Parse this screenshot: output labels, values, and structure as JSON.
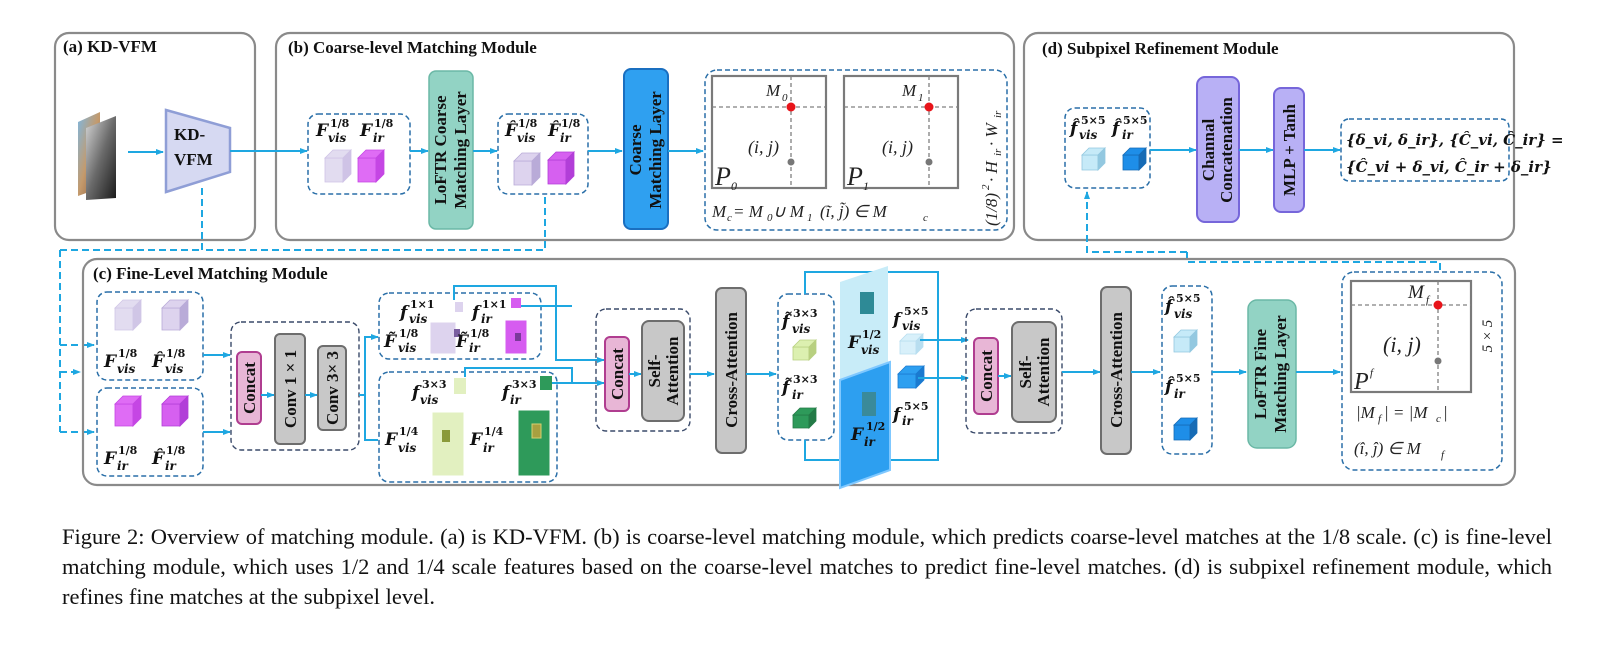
{
  "figure": {
    "modules": {
      "a": {
        "title": "(a) KD-VFM",
        "block_line1": "KD-",
        "block_line2": "VFM"
      },
      "b": {
        "title": "(b) Coarse-level Matching Module",
        "loftr_coarse_line1": "LoFTR Coarse",
        "loftr_coarse_line2": "Matching Layer",
        "coarse_matching_line1": "Coarse",
        "coarse_matching_line2": "Matching Layer",
        "feat_in": [
          {
            "base": "F",
            "sup": "1/8",
            "sub": "vis"
          },
          {
            "base": "F",
            "sup": "1/8",
            "sub": "ir"
          }
        ],
        "feat_out": [
          {
            "base": "F̂",
            "sup": "1/8",
            "sub": "vis"
          },
          {
            "base": "F̂",
            "sup": "1/8",
            "sub": "ir"
          }
        ],
        "prob_maps": [
          {
            "label": "P",
            "label_sub": "0",
            "match": "M",
            "match_sub": "0",
            "point": "(i, j)"
          },
          {
            "label": "P",
            "label_sub": "1",
            "match": "M",
            "match_sub": "1",
            "point": "(i, j)"
          }
        ],
        "eq_union": "M_c = M_0 ∪ M_1",
        "eq_union_parts": {
          "lhs": "M",
          "lhs_sub": "c",
          "mid": " = M",
          "mid_sub": "0",
          "op": " ∪ M",
          "op_sub": "1"
        },
        "eq_member": {
          "text": "(ĩ, j̃) ∈ M",
          "sub": "c"
        },
        "side_label": "(1/8)² · H_ir · W_ir",
        "side_label_parts": {
          "a": "(1/8)",
          "sup": "2",
          "b": "· H",
          "b_sub": "ir",
          "c": " · W",
          "c_sub": "ir"
        }
      },
      "c": {
        "title": "(c) Fine-Level Matching Module",
        "feat_vis": [
          {
            "base": "F",
            "sup": "1/8",
            "sub": "vis"
          },
          {
            "base": "F̂",
            "sup": "1/8",
            "sub": "vis"
          }
        ],
        "feat_ir": [
          {
            "base": "F",
            "sup": "1/8",
            "sub": "ir"
          },
          {
            "base": "F̂",
            "sup": "1/8",
            "sub": "ir"
          }
        ],
        "concat_label": "Concat",
        "conv1_label": "Conv 1 × 1",
        "conv3_label": "Conv 3× 3",
        "crop1": [
          {
            "base": "f",
            "sup": "1×1",
            "sub": "vis"
          },
          {
            "base": "f",
            "sup": "1×1",
            "sub": "ir"
          },
          {
            "base": "F̃",
            "sup": "1/8",
            "sub": "vis"
          },
          {
            "base": "F̃",
            "sup": "1/8",
            "sub": "ir"
          }
        ],
        "crop3": [
          {
            "base": "f",
            "sup": "3×3",
            "sub": "vis"
          },
          {
            "base": "f",
            "sup": "3×3",
            "sub": "ir"
          },
          {
            "base": "F",
            "sup": "1/4",
            "sub": "vis"
          },
          {
            "base": "F",
            "sup": "1/4",
            "sub": "ir"
          }
        ],
        "self_attention_line1": "Self-",
        "self_attention_line2": "Attention",
        "cross_attention_label": "Cross-Attention",
        "tilde3": [
          {
            "base": "f̃",
            "sup": "3×3",
            "sub": "vis"
          },
          {
            "base": "f̃",
            "sup": "3×3",
            "sub": "ir"
          }
        ],
        "half_maps": [
          {
            "base": "F",
            "sup": "1/2",
            "sub": "vis"
          },
          {
            "base": "F",
            "sup": "1/2",
            "sub": "ir"
          }
        ],
        "crop5": [
          {
            "base": "f",
            "sup": "5×5",
            "sub": "vis"
          },
          {
            "base": "f",
            "sup": "5×5",
            "sub": "ir"
          }
        ],
        "hat5": [
          {
            "base": "f̂",
            "sup": "5×5",
            "sub": "vis"
          },
          {
            "base": "f̂",
            "sup": "5×5",
            "sub": "ir"
          }
        ],
        "loftr_fine_line1": "LoFTR Fine",
        "loftr_fine_line2": "Matching Layer",
        "fine_map": {
          "label": "P",
          "label_sup": "f",
          "match": "M",
          "match_sub": "f",
          "point": "(i, j)",
          "size": "5 × 5"
        },
        "eq_card": {
          "a": "|M",
          "a_sub": "f",
          "b": "| = |M",
          "b_sub": "c",
          "c": "|"
        },
        "eq_member": {
          "text": "(î, ĵ) ∈ M",
          "sub": "f"
        }
      },
      "d": {
        "title": "(d) Subpixel Refinement Module",
        "feat": [
          {
            "base": "f̂",
            "sup": "5×5",
            "sub": "vis"
          },
          {
            "base": "f̂",
            "sup": "5×5",
            "sub": "ir"
          }
        ],
        "channel_concat_line1": "Channal",
        "channel_concat_line2": "Concatenation",
        "mlp_label": "MLP + Tanh",
        "formula_line1": "{δ_vi, δ_ir}, {Ĉ_vi, Ĉ_ir} =",
        "formula_line2": "{Ĉ_vi + δ_vi, Ĉ_ir + δ_ir}"
      }
    },
    "colors": {
      "flow": "#1ea7e1",
      "module_border": "#8a8a8a",
      "vis_cube": "#d9d0ec",
      "ir_cube": "#d65cf0",
      "loftr_block": "#8fd0c0",
      "coarse_block": "#2f9ff0",
      "purple_block": "#b8b0f5",
      "concat_block": "#e8b6d6",
      "gray_block": "#c8c8c8",
      "match_point": "#e8141a"
    }
  },
  "caption": "Figure 2: Overview of matching module. (a) is KD-VFM. (b) is coarse-level matching module, which predicts coarse-level matches at the 1/8 scale. (c) is fine-level matching module, which uses 1/2 and 1/4 scale features based on the coarse-level matches to predict fine-level matches. (d) is subpixel refinement module, which refines fine matches at the subpixel level."
}
